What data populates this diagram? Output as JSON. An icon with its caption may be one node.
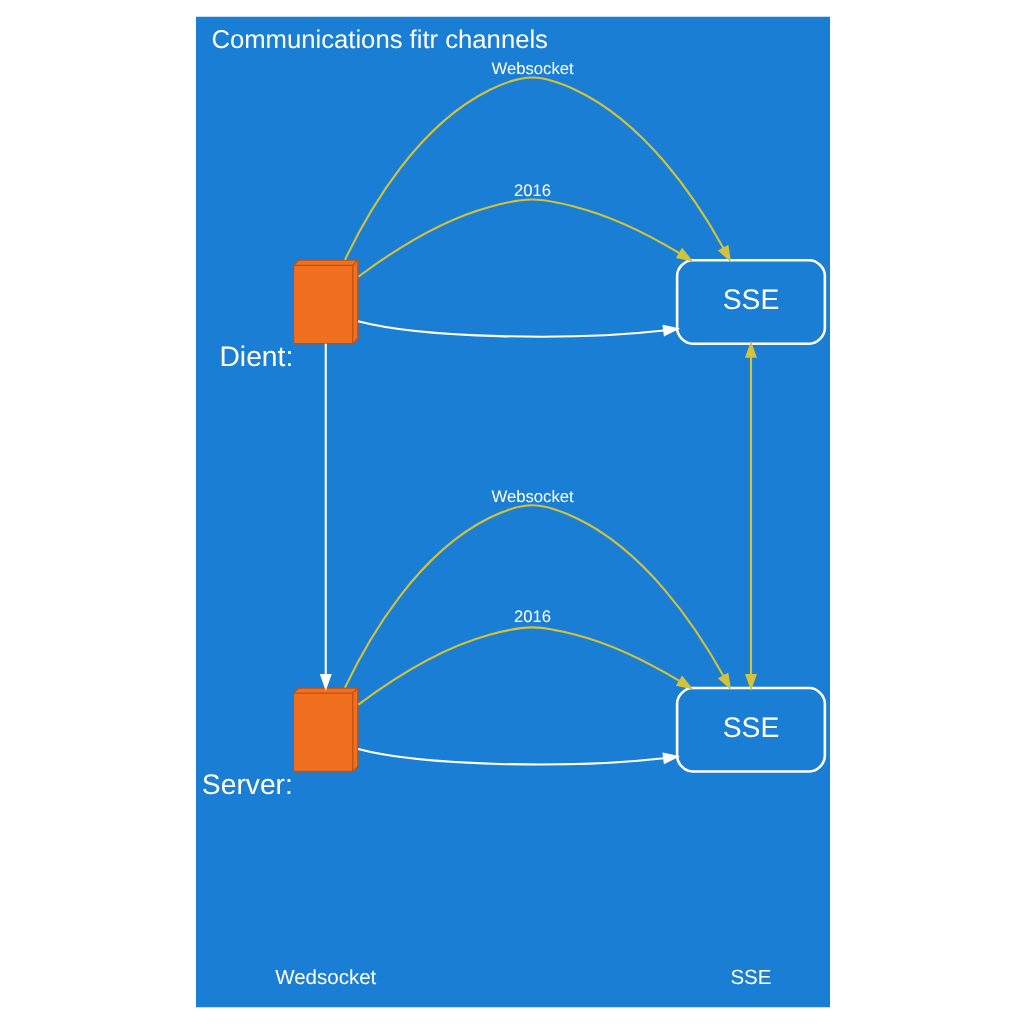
{
  "diagram": {
    "title": "Communications fitr channels",
    "nodes": [
      {
        "text": [],
        "shape": "box",
        "beside": [
          "Dient:"
        ]
      },
      {
        "text": [
          "SSE"
        ]
      },
      {
        "text": [],
        "shape": "box",
        "beside": [
          "Server:"
        ]
      },
      {
        "text": [
          "SSE"
        ]
      }
    ],
    "edges": [
      {
        "from": 0,
        "to": 1,
        "arrow": "to",
        "label": "Websocket"
      },
      {
        "from": 0,
        "to": 1,
        "arrow": "to",
        "label": "2016"
      },
      {
        "from": 0,
        "to": 1,
        "arrow": "to",
        "color": "#ffffff"
      },
      {
        "from": 0,
        "to": 2,
        "arrow": "to",
        "color": "#ffffff"
      },
      {
        "from": 1,
        "to": 3,
        "arrow": "both"
      },
      {
        "from": 2,
        "to": 3,
        "arrow": "to",
        "label": "Websocket"
      },
      {
        "from": 2,
        "to": 3,
        "arrow": "to",
        "label": "2016"
      },
      {
        "from": 2,
        "to": 3,
        "arrow": "to",
        "color": "#ffffff"
      }
    ],
    "labels": [
      "Wedsocket",
      "SSE"
    ]
  }
}
